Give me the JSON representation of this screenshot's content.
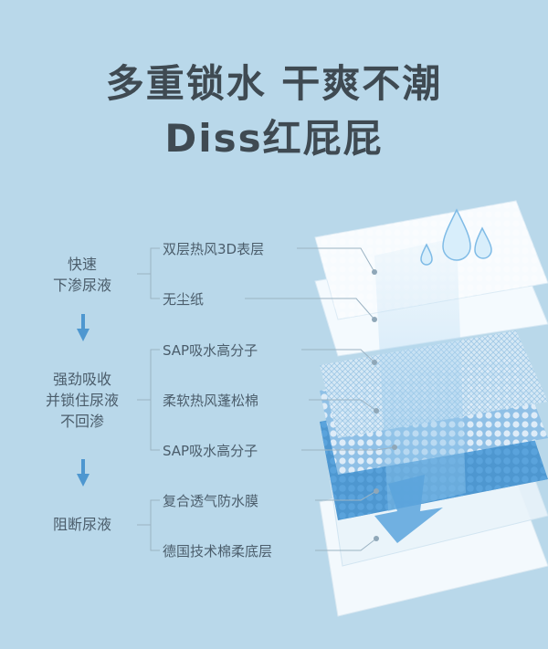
{
  "headline": {
    "line1": "多重锁水 干爽不潮",
    "line2": "Diss红屁屁"
  },
  "stages": [
    {
      "lines": [
        "快速",
        "下渗尿液"
      ]
    },
    {
      "lines": [
        "强劲吸收",
        "并锁住尿液",
        "不回渗"
      ]
    },
    {
      "lines": [
        "阻断尿液"
      ]
    }
  ],
  "layers": [
    "双层热风3D表层",
    "无尘纸",
    "SAP吸水高分子",
    "柔软热风蓬松棉",
    "SAP吸水高分子",
    "复合透气防水膜",
    "德国技术棉柔底层"
  ],
  "colors": {
    "background": "#b9d8ea",
    "headline": "#3f4a52",
    "text": "#4b5d6b",
    "accent_blue": "#4e97d0"
  },
  "icons": [
    "down-arrow-icon",
    "water-drop-icon"
  ]
}
